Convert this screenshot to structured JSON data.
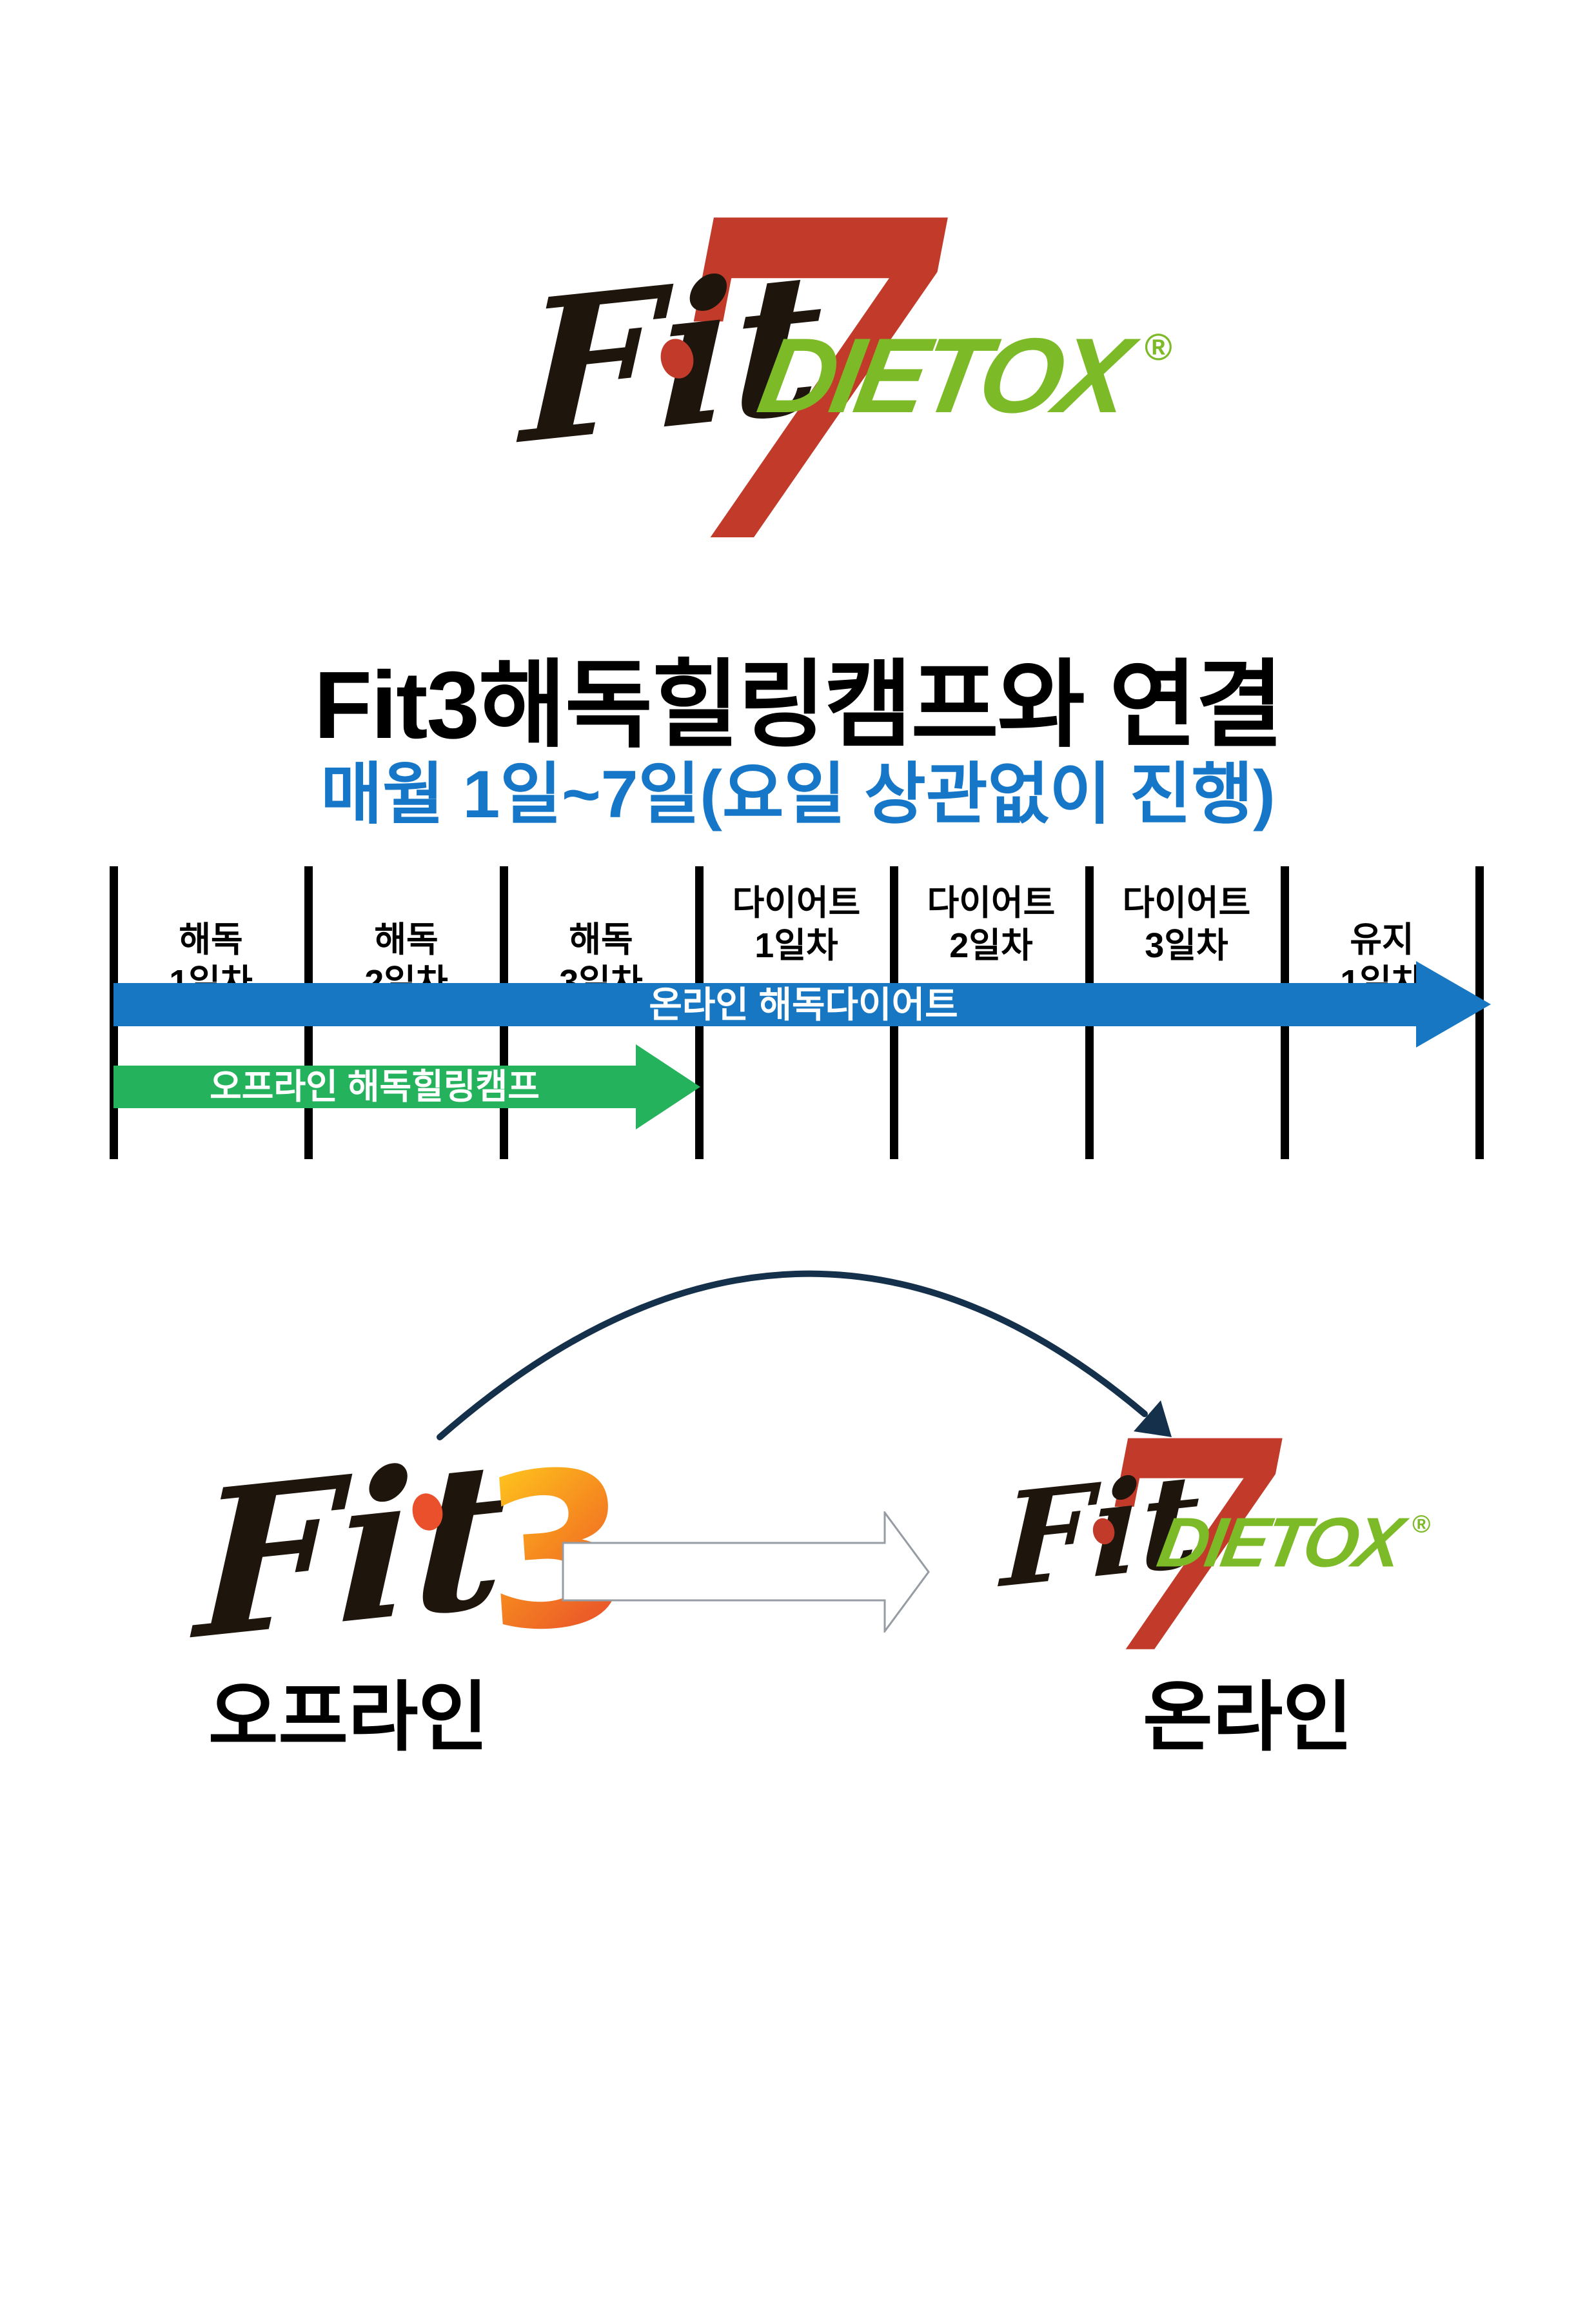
{
  "brand": {
    "fit": "Fit",
    "seven": "7",
    "dietox": "DIETOX",
    "registered": "®",
    "colors": {
      "fit_black": "#1E150D",
      "seven_red": "#C23B2A",
      "dietox_green": "#7DBA27"
    }
  },
  "title": {
    "text": "Fit3해독힐링캠프와 연결"
  },
  "subtitle": {
    "text": "매월 1일~7일(요일 상관없이 진행)",
    "color": "#1677C8"
  },
  "timeline": {
    "columns": [
      {
        "line1": "해독",
        "line2": "1일차"
      },
      {
        "line1": "해독",
        "line2": "2일차"
      },
      {
        "line1": "해독",
        "line2": "3일차"
      },
      {
        "line1": "다이어트",
        "line2": "1일차"
      },
      {
        "line1": "다이어트",
        "line2": "2일차"
      },
      {
        "line1": "다이어트",
        "line2": "3일차"
      },
      {
        "line1": "유지",
        "line2": "1일차"
      }
    ],
    "online_arrow": {
      "label": "온라인 해독다이어트",
      "color": "#1777C2"
    },
    "offline_arrow": {
      "label": "오프라인 해독힐링캠프",
      "color": "#25B25C"
    }
  },
  "transition": {
    "fit3": {
      "fit": "Fit",
      "three": "3",
      "three_gradient": [
        "#FFC61E",
        "#F68B1F",
        "#E9502B"
      ]
    },
    "offline_caption": "오프라인",
    "online_caption": "온라인",
    "curve_color": "#14304A"
  }
}
